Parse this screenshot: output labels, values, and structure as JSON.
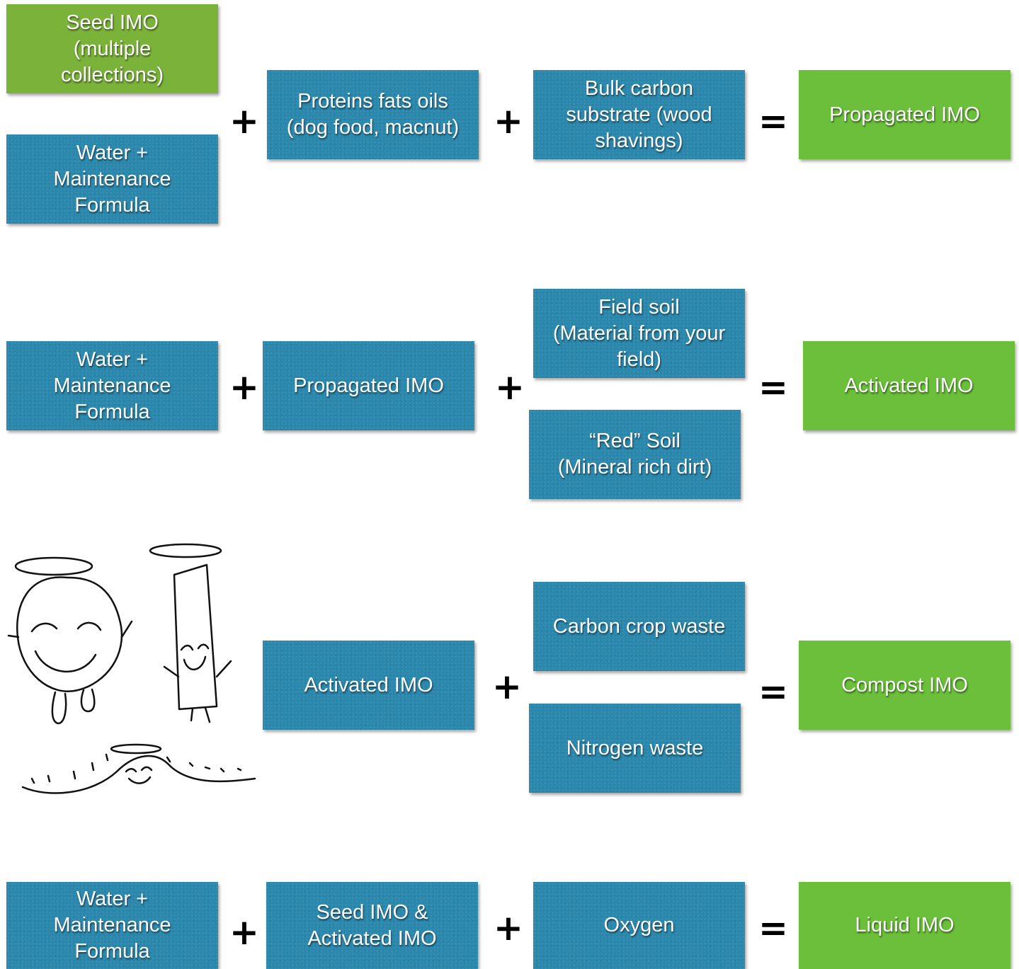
{
  "colors": {
    "blue_box": "#2b88ad",
    "seed_green": "#7bb23a",
    "result_green": "#6bbf3a",
    "operator": "#000000"
  },
  "operators": {
    "plus": "+",
    "equals": "="
  },
  "row1": {
    "seed_imo": "Seed IMO\n(multiple\ncollections)",
    "water": "Water +\nMaintenance\nFormula",
    "proteins": "Proteins fats oils\n(dog food, macnut)",
    "bulk_carbon": "Bulk carbon\nsubstrate (wood\nshavings)",
    "result": "Propagated IMO"
  },
  "row2": {
    "water": "Water +\nMaintenance\nFormula",
    "propagated": "Propagated IMO",
    "field_soil": "Field soil\n(Material from your\nfield)",
    "red_soil": "“Red” Soil\n(Mineral rich dirt)",
    "result": "Activated IMO"
  },
  "row3": {
    "activated": "Activated IMO",
    "carbon_waste": "Carbon crop waste",
    "nitrogen_waste": "Nitrogen waste",
    "result": "Compost IMO"
  },
  "row4": {
    "water": "Water +\nMaintenance\nFormula",
    "seed_activated": "Seed IMO &\nActivated IMO",
    "oxygen": "Oxygen",
    "result": "Liquid IMO"
  }
}
